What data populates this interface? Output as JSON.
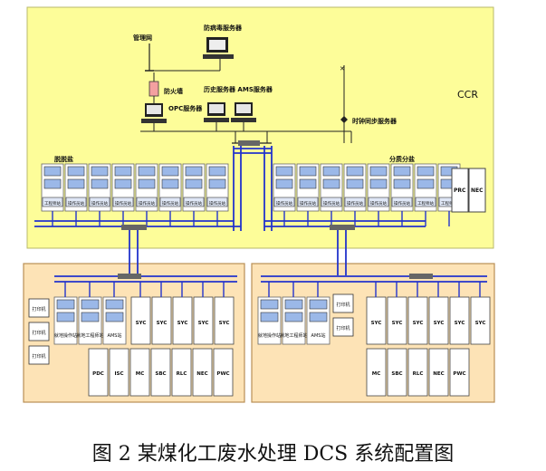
{
  "caption": "图 2 某煤化工废水处理 DCS 系统配置图",
  "zones": {
    "ccr": "CCR"
  },
  "nodes": {
    "mgmt_net": "管理网",
    "antivirus": "防病毒服务器",
    "firewall": "防火墙",
    "opc": "OPC服务器",
    "history_ams": "历史服务器 AMS服务器",
    "time_sync": "时钟同步服务器"
  },
  "groups": {
    "left": "脱脱盐",
    "right": "分质分盐"
  },
  "left_console_labels": [
    "工程师站",
    "操作员站",
    "操作员站",
    "操作员站",
    "操作员站",
    "操作员站",
    "操作员站",
    "操作员站"
  ],
  "right_console_labels": [
    "操作员站",
    "操作员站",
    "操作员站",
    "操作员站",
    "操作员站",
    "操作员站",
    "工程师站",
    "工程师站"
  ],
  "ccr_cabinets": [
    "PRC",
    "NEC"
  ],
  "left_lower": {
    "printers": [
      "打印机",
      "打印机",
      "打印机"
    ],
    "stations": [
      "就地操作站",
      "就地工程师站",
      "AMS站"
    ],
    "syc": [
      "SYC",
      "SYC",
      "SYC",
      "SYC",
      "SYC"
    ],
    "cabinets": [
      "PDC",
      "ISC",
      "MC",
      "SBC",
      "RLC",
      "NEC",
      "PWC"
    ]
  },
  "right_lower": {
    "printers": [
      "打印机",
      "打印机"
    ],
    "stations": [
      "就地操作站",
      "就地工程师站",
      "AMS站"
    ],
    "syc": [
      "SYC",
      "SYC",
      "SYC",
      "SYC",
      "SYC",
      "SYC"
    ],
    "cabinets": [
      "MC",
      "SBC",
      "RLC",
      "NEC",
      "PWC"
    ]
  }
}
